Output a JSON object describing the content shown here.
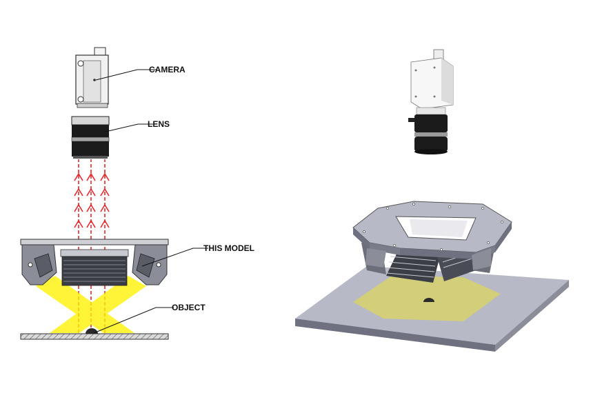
{
  "labels": {
    "camera": "CAMERA",
    "lens": "LENS",
    "model": "THIS MODEL",
    "object": "OBJECT"
  },
  "colors": {
    "ray": "#e8262b",
    "light": "#fff200",
    "steel_dark": "#5a5d66",
    "steel_mid": "#8b8e99",
    "steel_light": "#c7c9d1",
    "plate_top": "#b7b9c6",
    "plate_side": "#6f7180",
    "camera_body": "#f1f1f1",
    "lens_black": "#1b1b1b",
    "lens_ring": "#9a9a9a"
  },
  "icons": {
    "camera": "machine-vision-camera-icon",
    "lens": "lens-icon",
    "fixture": "ring-light-fixture-icon",
    "object": "inspected-object-icon"
  }
}
